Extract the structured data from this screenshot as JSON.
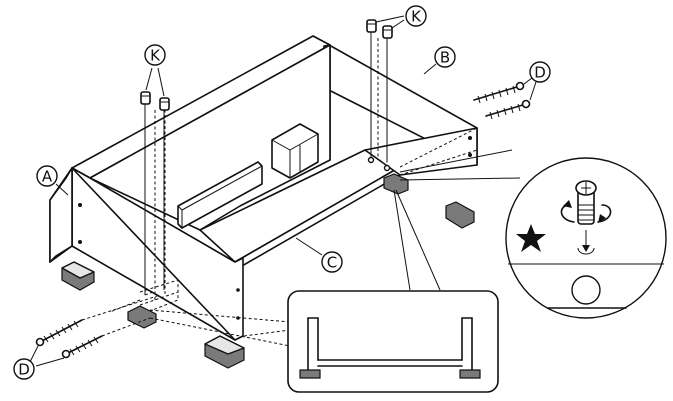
{
  "labels": {
    "A": "A",
    "B": "B",
    "C": "C",
    "D": "D",
    "K": "K"
  },
  "icons": [
    "star-icon",
    "rotate-arrow-icon",
    "down-arrow-icon"
  ]
}
